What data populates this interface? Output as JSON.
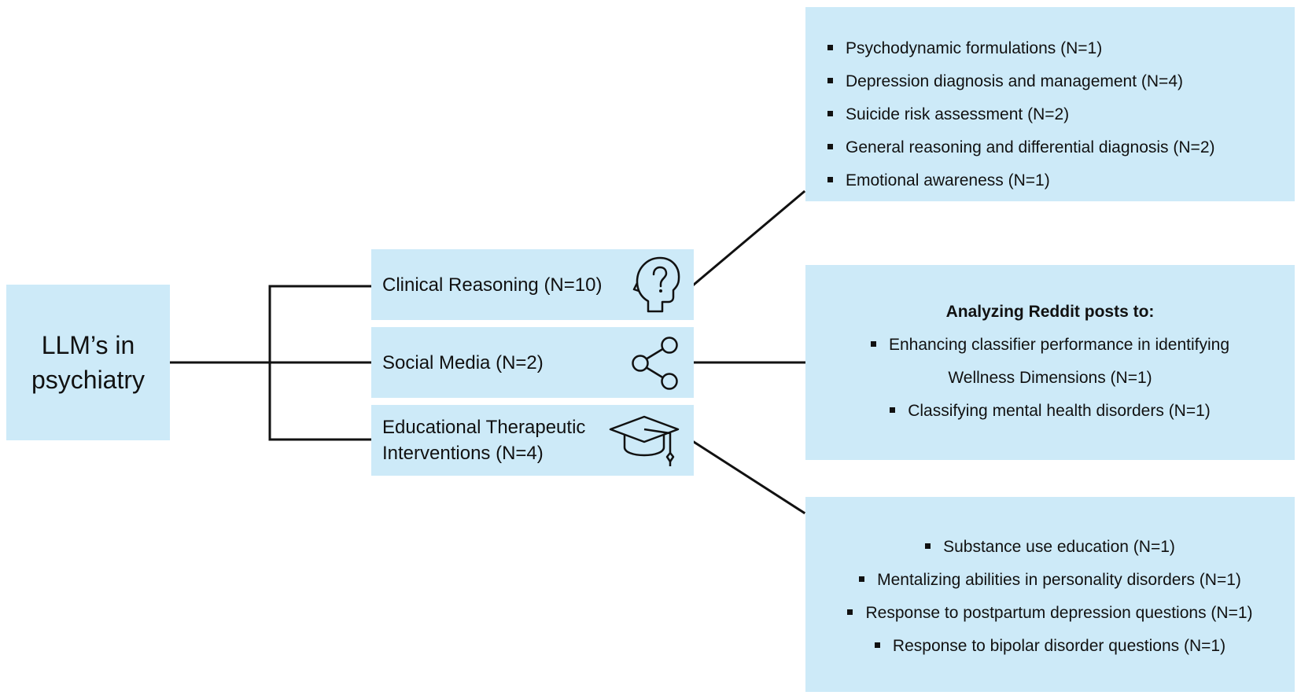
{
  "root": {
    "line1": "LLM’s in",
    "line2": "psychiatry"
  },
  "categories": {
    "clinical": {
      "label": "Clinical Reasoning (N=10)",
      "icon": "head-question-icon"
    },
    "social": {
      "label": "Social Media (N=2)",
      "icon": "share-icon"
    },
    "edu": {
      "line1": "Educational Therapeutic",
      "line2": "Interventions (N=4)",
      "icon": "graduation-cap-icon"
    }
  },
  "details": {
    "clinical": {
      "items": [
        "Psychodynamic formulations (N=1)",
        "Depression diagnosis and management (N=4)",
        "Suicide risk assessment (N=2)",
        "General reasoning and differential diagnosis (N=2)",
        "Emotional awareness (N=1)"
      ]
    },
    "social": {
      "heading": "Analyzing Reddit posts to:",
      "items": [
        "Enhancing classifier performance in identifying",
        "Wellness Dimensions (N=1)",
        "Classifying mental health disorders (N=1)"
      ]
    },
    "edu": {
      "items": [
        "Substance use education (N=1)",
        "Mentalizing abilities in  personality disorders (N=1)",
        "Response to postpartum depression questions (N=1)",
        "Response to bipolar disorder questions (N=1)"
      ]
    }
  }
}
